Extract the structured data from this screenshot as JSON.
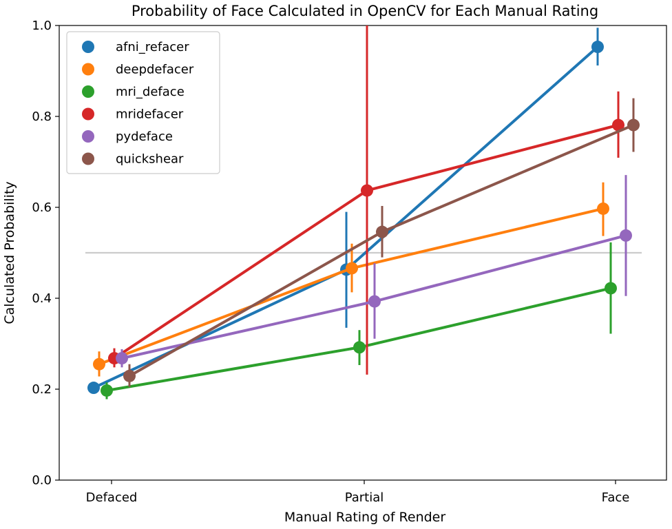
{
  "chart_data": {
    "type": "line",
    "title": "Probability of Face Calculated in OpenCV for Each Manual Rating",
    "xlabel": "Manual Rating of Render",
    "ylabel": "Calculated Probability",
    "categories": [
      "Defaced",
      "Partial",
      "Face"
    ],
    "ylim": [
      0.0,
      1.0
    ],
    "yticks": [
      "0.0",
      "0.2",
      "0.4",
      "0.6",
      "0.8",
      "1.0"
    ],
    "reference_line": 0.5,
    "reference_color": "#cccccc",
    "legend_placement": "top-left",
    "grid": false,
    "series": [
      {
        "name": "afni_refacer",
        "color": "#1f77b4",
        "values": [
          0.203,
          0.463,
          0.953
        ],
        "err_low": [
          0.203,
          0.335,
          0.912
        ],
        "err_high": [
          0.203,
          0.59,
          0.995
        ]
      },
      {
        "name": "deepdefacer",
        "color": "#ff7f0e",
        "values": [
          0.255,
          0.466,
          0.597
        ],
        "err_low": [
          0.228,
          0.413,
          0.537
        ],
        "err_high": [
          0.283,
          0.52,
          0.655
        ]
      },
      {
        "name": "mri_deface",
        "color": "#2ca02c",
        "values": [
          0.197,
          0.292,
          0.422
        ],
        "err_low": [
          0.178,
          0.253,
          0.322
        ],
        "err_high": [
          0.215,
          0.33,
          0.523
        ]
      },
      {
        "name": "mridefacer",
        "color": "#d62728",
        "values": [
          0.268,
          0.637,
          0.781
        ],
        "err_low": [
          0.248,
          0.232,
          0.709
        ],
        "err_high": [
          0.29,
          1.0,
          0.855
        ]
      },
      {
        "name": "pydeface",
        "color": "#9467bd",
        "values": [
          0.268,
          0.393,
          0.538
        ],
        "err_low": [
          0.248,
          0.311,
          0.405
        ],
        "err_high": [
          0.288,
          0.477,
          0.671
        ]
      },
      {
        "name": "quickshear",
        "color": "#8c564b",
        "values": [
          0.229,
          0.546,
          0.781
        ],
        "err_low": [
          0.205,
          0.49,
          0.722
        ],
        "err_high": [
          0.255,
          0.603,
          0.84
        ]
      }
    ]
  }
}
